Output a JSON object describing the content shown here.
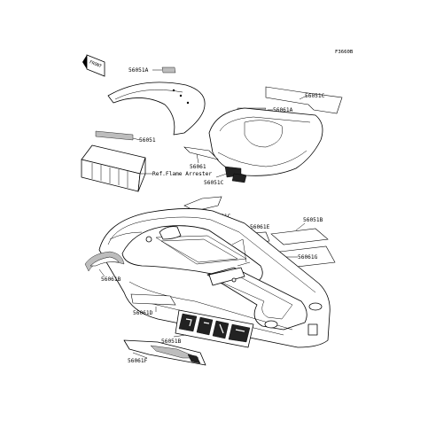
{
  "figure_code": "F3660B",
  "front_badge": "FRONT",
  "reference_note": "Ref.Flame Arrester",
  "callouts": {
    "c_56051A": "56051A",
    "c_56051C_top": "56051C",
    "c_56061A": "56061A",
    "c_56051": "56051",
    "c_56061": "56061",
    "c_56051C_mid": "56051C",
    "c_56061C": "56061C",
    "c_56051B_top": "56051B",
    "c_56061E": "56061E",
    "c_56061G": "56061G",
    "c_56061B": "56061B",
    "c_56061D": "56061D",
    "c_56051B_bottom": "56051B",
    "c_56061F": "56061F"
  }
}
